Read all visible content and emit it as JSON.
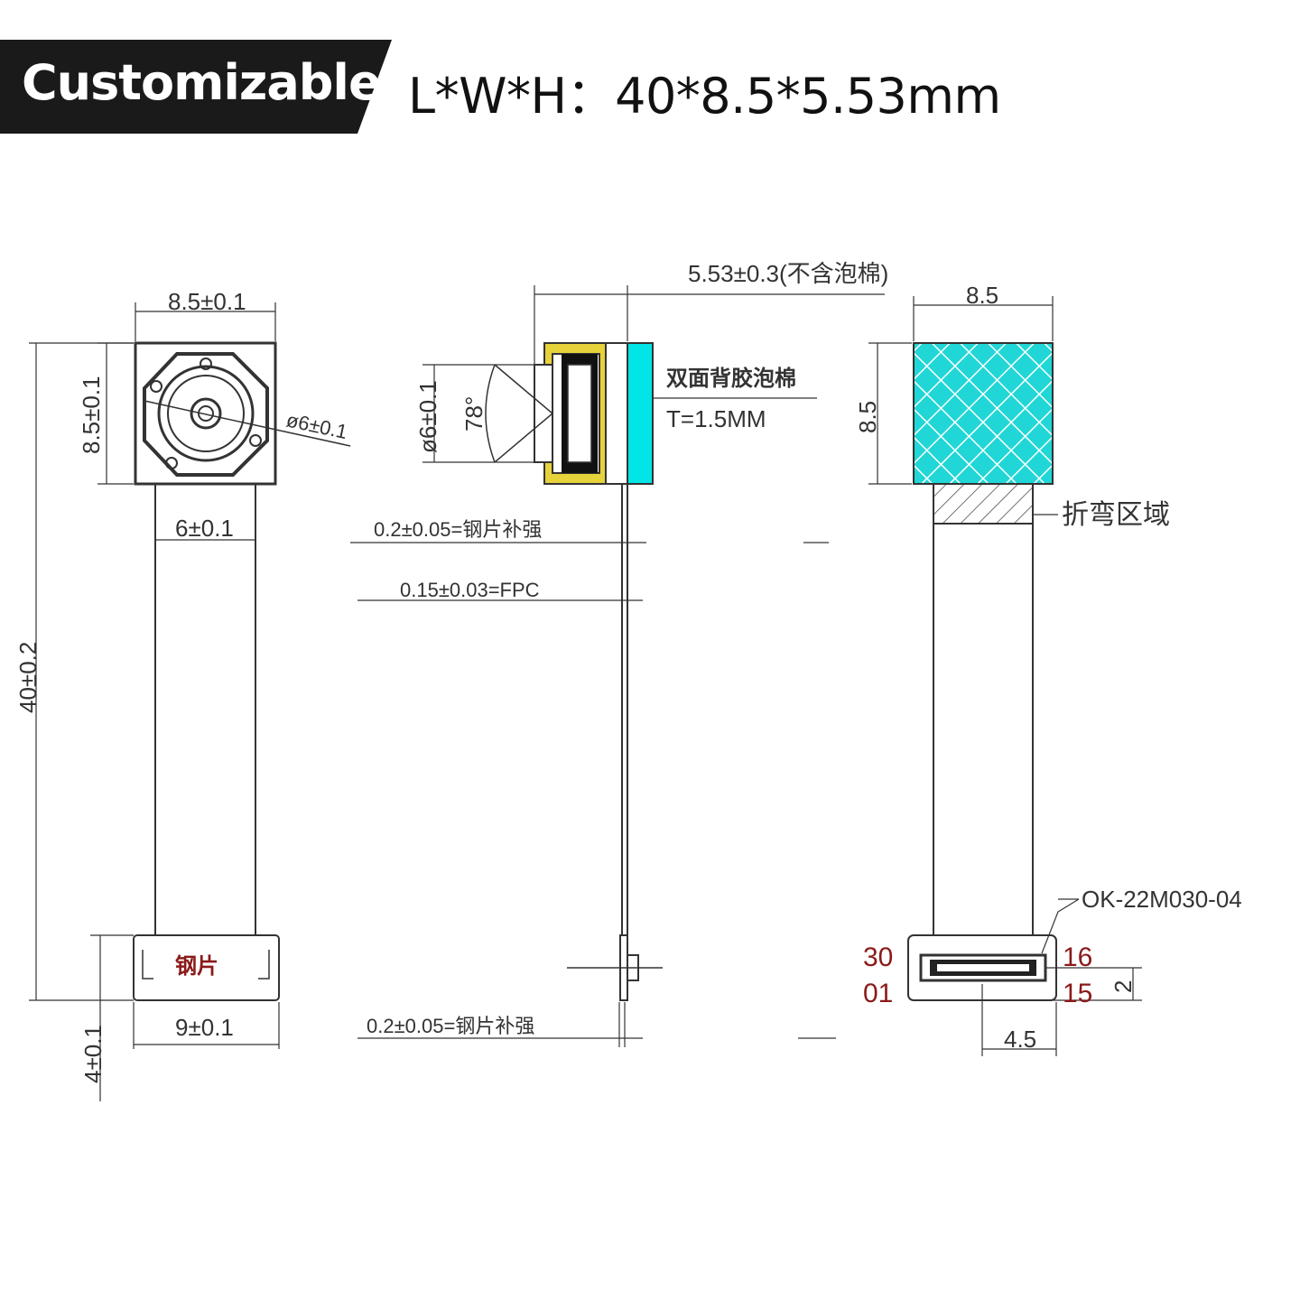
{
  "header": {
    "badge": "Customizable",
    "dimensions": "L*W*H：40*8.5*5.53mm"
  },
  "front_view": {
    "width_top": "8.5±0.1",
    "height_top": "8.5±0.1",
    "lens_dia": "ø6±0.1",
    "tail_width": "6±0.1",
    "total_length": "40±0.2",
    "stiffener_label": "钢片",
    "bottom_width": "9±0.1",
    "bottom_height": "4±0.1"
  },
  "side_view": {
    "overall_height": "5.53±0.3(不含泡棉)",
    "lens_dia": "ø6±0.1",
    "fov": "78°",
    "foam_label": "双面背胶泡棉",
    "foam_thickness": "T=1.5MM",
    "stiffener_top": "0.2±0.05=钢片补强",
    "fpc": "0.15±0.03=FPC",
    "stiffener_bottom": "0.2±0.05=钢片补强"
  },
  "back_view": {
    "width": "8.5",
    "height": "8.5",
    "bend_zone": "折弯区域",
    "connector_part": "OK-22M030-04",
    "pin_30": "30",
    "pin_01": "01",
    "pin_16": "16",
    "pin_15": "15",
    "connector_height": "2",
    "connector_width": "4.5"
  },
  "colors": {
    "banner": "#1a1a1a",
    "foam": "#00e5e5",
    "lens_holder_gold": "#d4b000",
    "pin_red": "#8b1a1a"
  }
}
